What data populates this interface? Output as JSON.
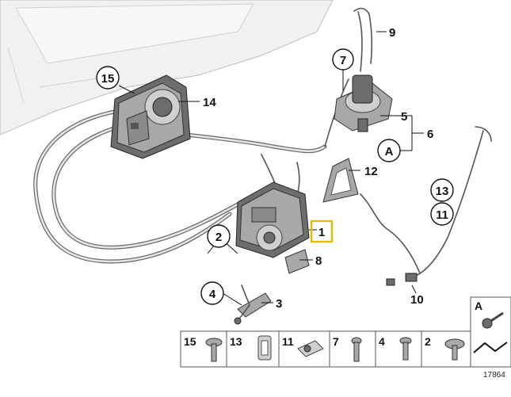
{
  "callouts": {
    "c1": "1",
    "c2": "2",
    "c3": "3",
    "c4": "4",
    "c5": "5",
    "c6": "6",
    "c7": "7",
    "c8": "8",
    "c9": "9",
    "c10": "10",
    "c11": "11",
    "c12": "12",
    "c13": "13",
    "c14": "14",
    "c15": "15",
    "cA": "A"
  },
  "legend": {
    "items": [
      "15",
      "13",
      "11",
      "7",
      "4",
      "2"
    ],
    "detail_label": "A"
  },
  "reference_code": "17864"
}
